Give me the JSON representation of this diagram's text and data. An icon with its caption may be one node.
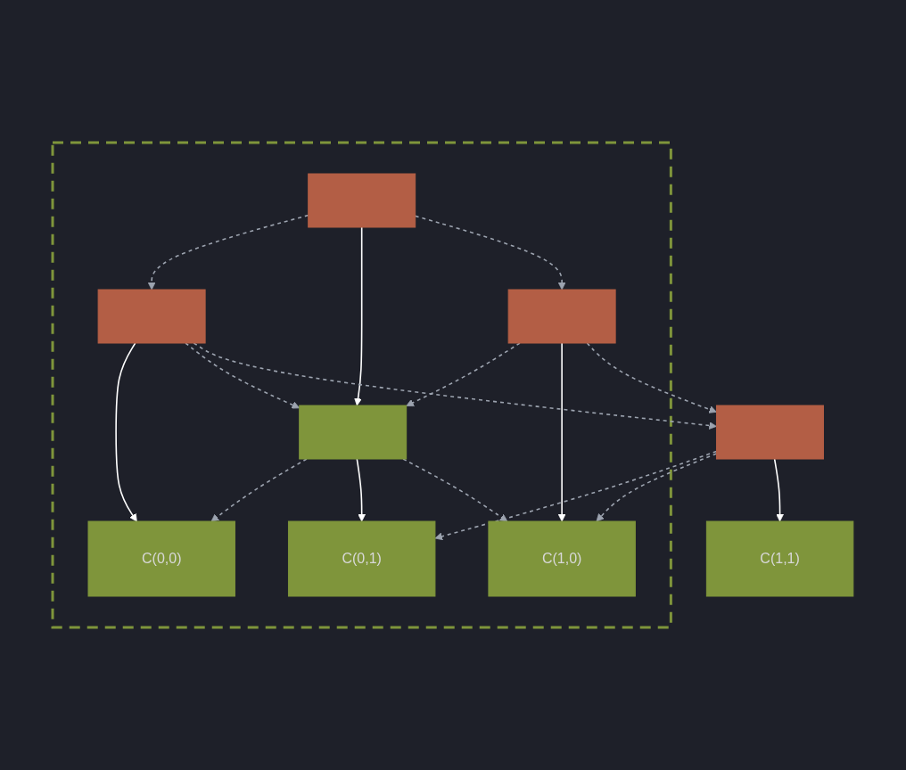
{
  "diagram": {
    "nodes": [
      {
        "text": [],
        "shape": "box"
      },
      {
        "text": [],
        "shape": "box",
        "in": 0
      },
      {
        "text": [],
        "shape": "box",
        "in": 0
      },
      {
        "text": [],
        "shape": "box",
        "in": 0
      },
      {
        "text": [],
        "shape": "box",
        "in": 0
      },
      {
        "text": [
          "C(0,0)"
        ],
        "in": 0
      },
      {
        "text": [
          "C(0,1)"
        ],
        "in": 0
      },
      {
        "text": [
          "C(1,0)"
        ],
        "in": 0
      },
      {
        "text": [],
        "shape": "box"
      },
      {
        "text": [
          "C(1,1)"
        ]
      }
    ],
    "edges": [
      {
        "from": 1,
        "to": 2,
        "arrow": "to",
        "style": "dashed"
      },
      {
        "from": 1,
        "to": 4,
        "arrow": "to",
        "color": "#ffffff"
      },
      {
        "from": 1,
        "to": 3,
        "arrow": "to",
        "style": "dashed"
      },
      {
        "from": 2,
        "to": 5,
        "arrow": "to",
        "color": "#ffffff"
      },
      {
        "from": 2,
        "to": 4,
        "arrow": "to",
        "style": "dashed"
      },
      {
        "from": 2,
        "to": 8,
        "arrow": "to",
        "style": "dashed"
      },
      {
        "from": 3,
        "to": 4,
        "arrow": "to",
        "style": "dashed"
      },
      {
        "from": 3,
        "to": 7,
        "arrow": "to",
        "color": "#ffffff"
      },
      {
        "from": 3,
        "to": 8,
        "arrow": "to",
        "style": "dashed"
      },
      {
        "from": 4,
        "to": 5,
        "arrow": "to",
        "style": "dashed"
      },
      {
        "from": 4,
        "to": 6,
        "arrow": "to",
        "color": "#ffffff"
      },
      {
        "from": 4,
        "to": 7,
        "arrow": "to",
        "style": "dashed"
      },
      {
        "from": 8,
        "to": 6,
        "arrow": "to",
        "style": "dashed"
      },
      {
        "from": 8,
        "to": 7,
        "arrow": "to",
        "style": "dashed"
      },
      {
        "from": 8,
        "to": 9,
        "arrow": "to",
        "color": "#ffffff"
      }
    ]
  }
}
